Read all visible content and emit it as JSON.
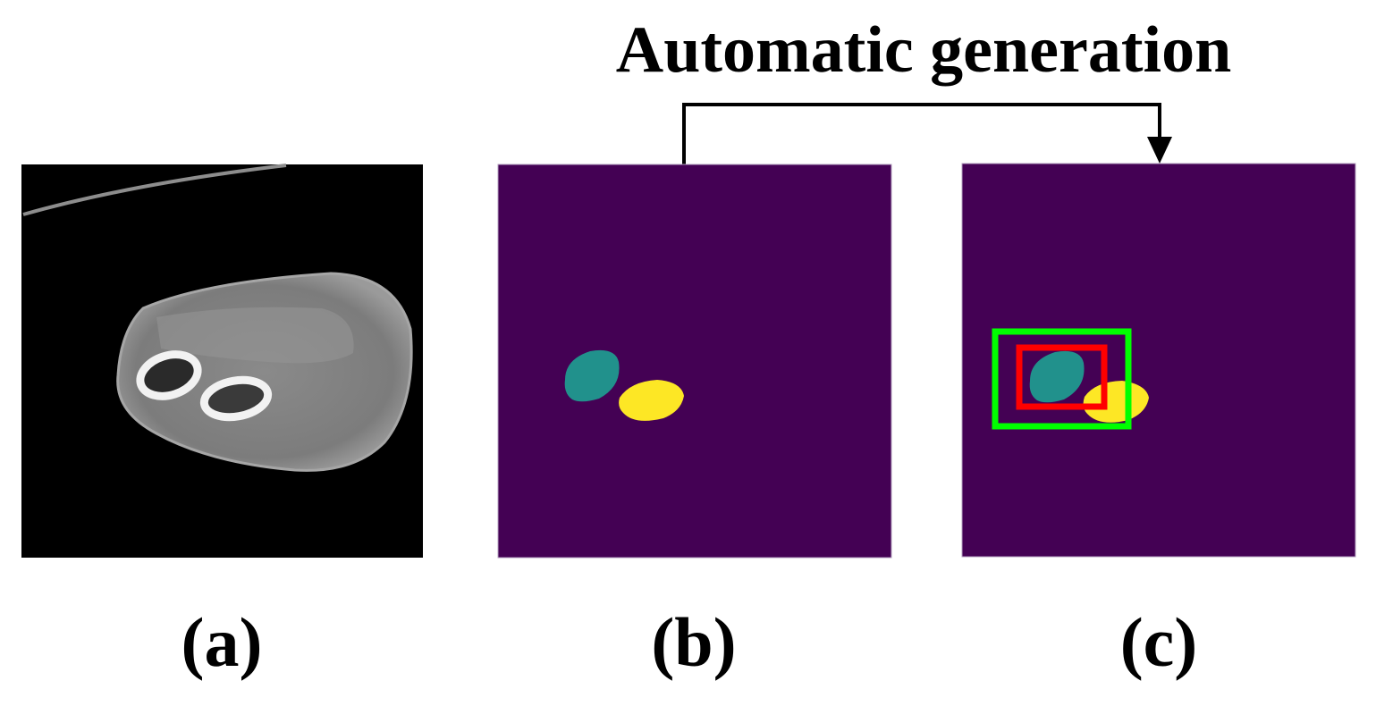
{
  "title": "Automatic generation",
  "panels": [
    {
      "label": "(a)",
      "description_key": "ct-slice"
    },
    {
      "label": "(b)",
      "description_key": "segmentation-mask"
    },
    {
      "label": "(c)",
      "description_key": "mask-with-boxes"
    }
  ],
  "colors": {
    "mask_background": "#440154",
    "bone_1": "#21918c",
    "bone_2": "#fde725",
    "box_outer": "#00ff00",
    "box_inner": "#ff0000",
    "ct_background": "#000000"
  }
}
